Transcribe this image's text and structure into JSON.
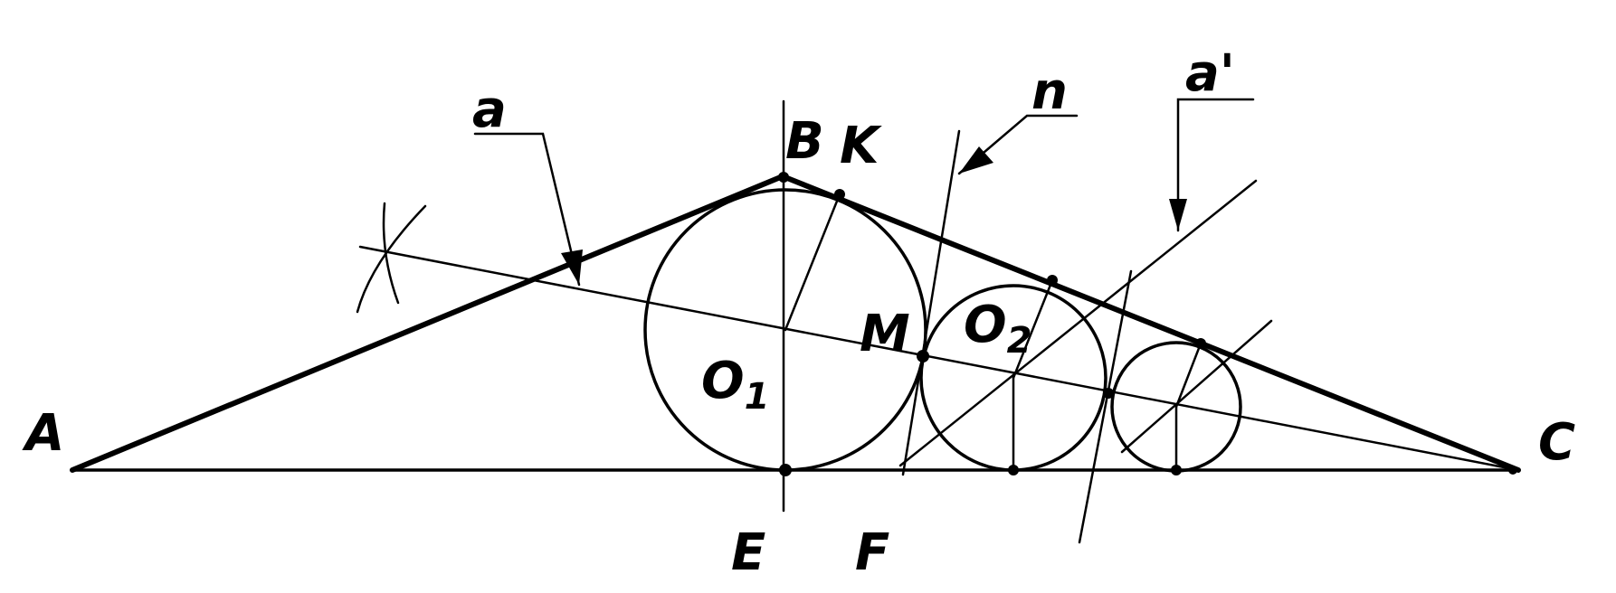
{
  "labels": {
    "A": "A",
    "B": "B",
    "K": "K",
    "C": "C",
    "E": "E",
    "F": "F",
    "M": "M",
    "O1_main": "O",
    "O1_sub": "1",
    "O2_main": "O",
    "O2_sub": "2",
    "a": "a",
    "n": "n",
    "a_prime": "a'"
  },
  "colors": {
    "ink": "#000000",
    "paper": "#ffffff"
  }
}
